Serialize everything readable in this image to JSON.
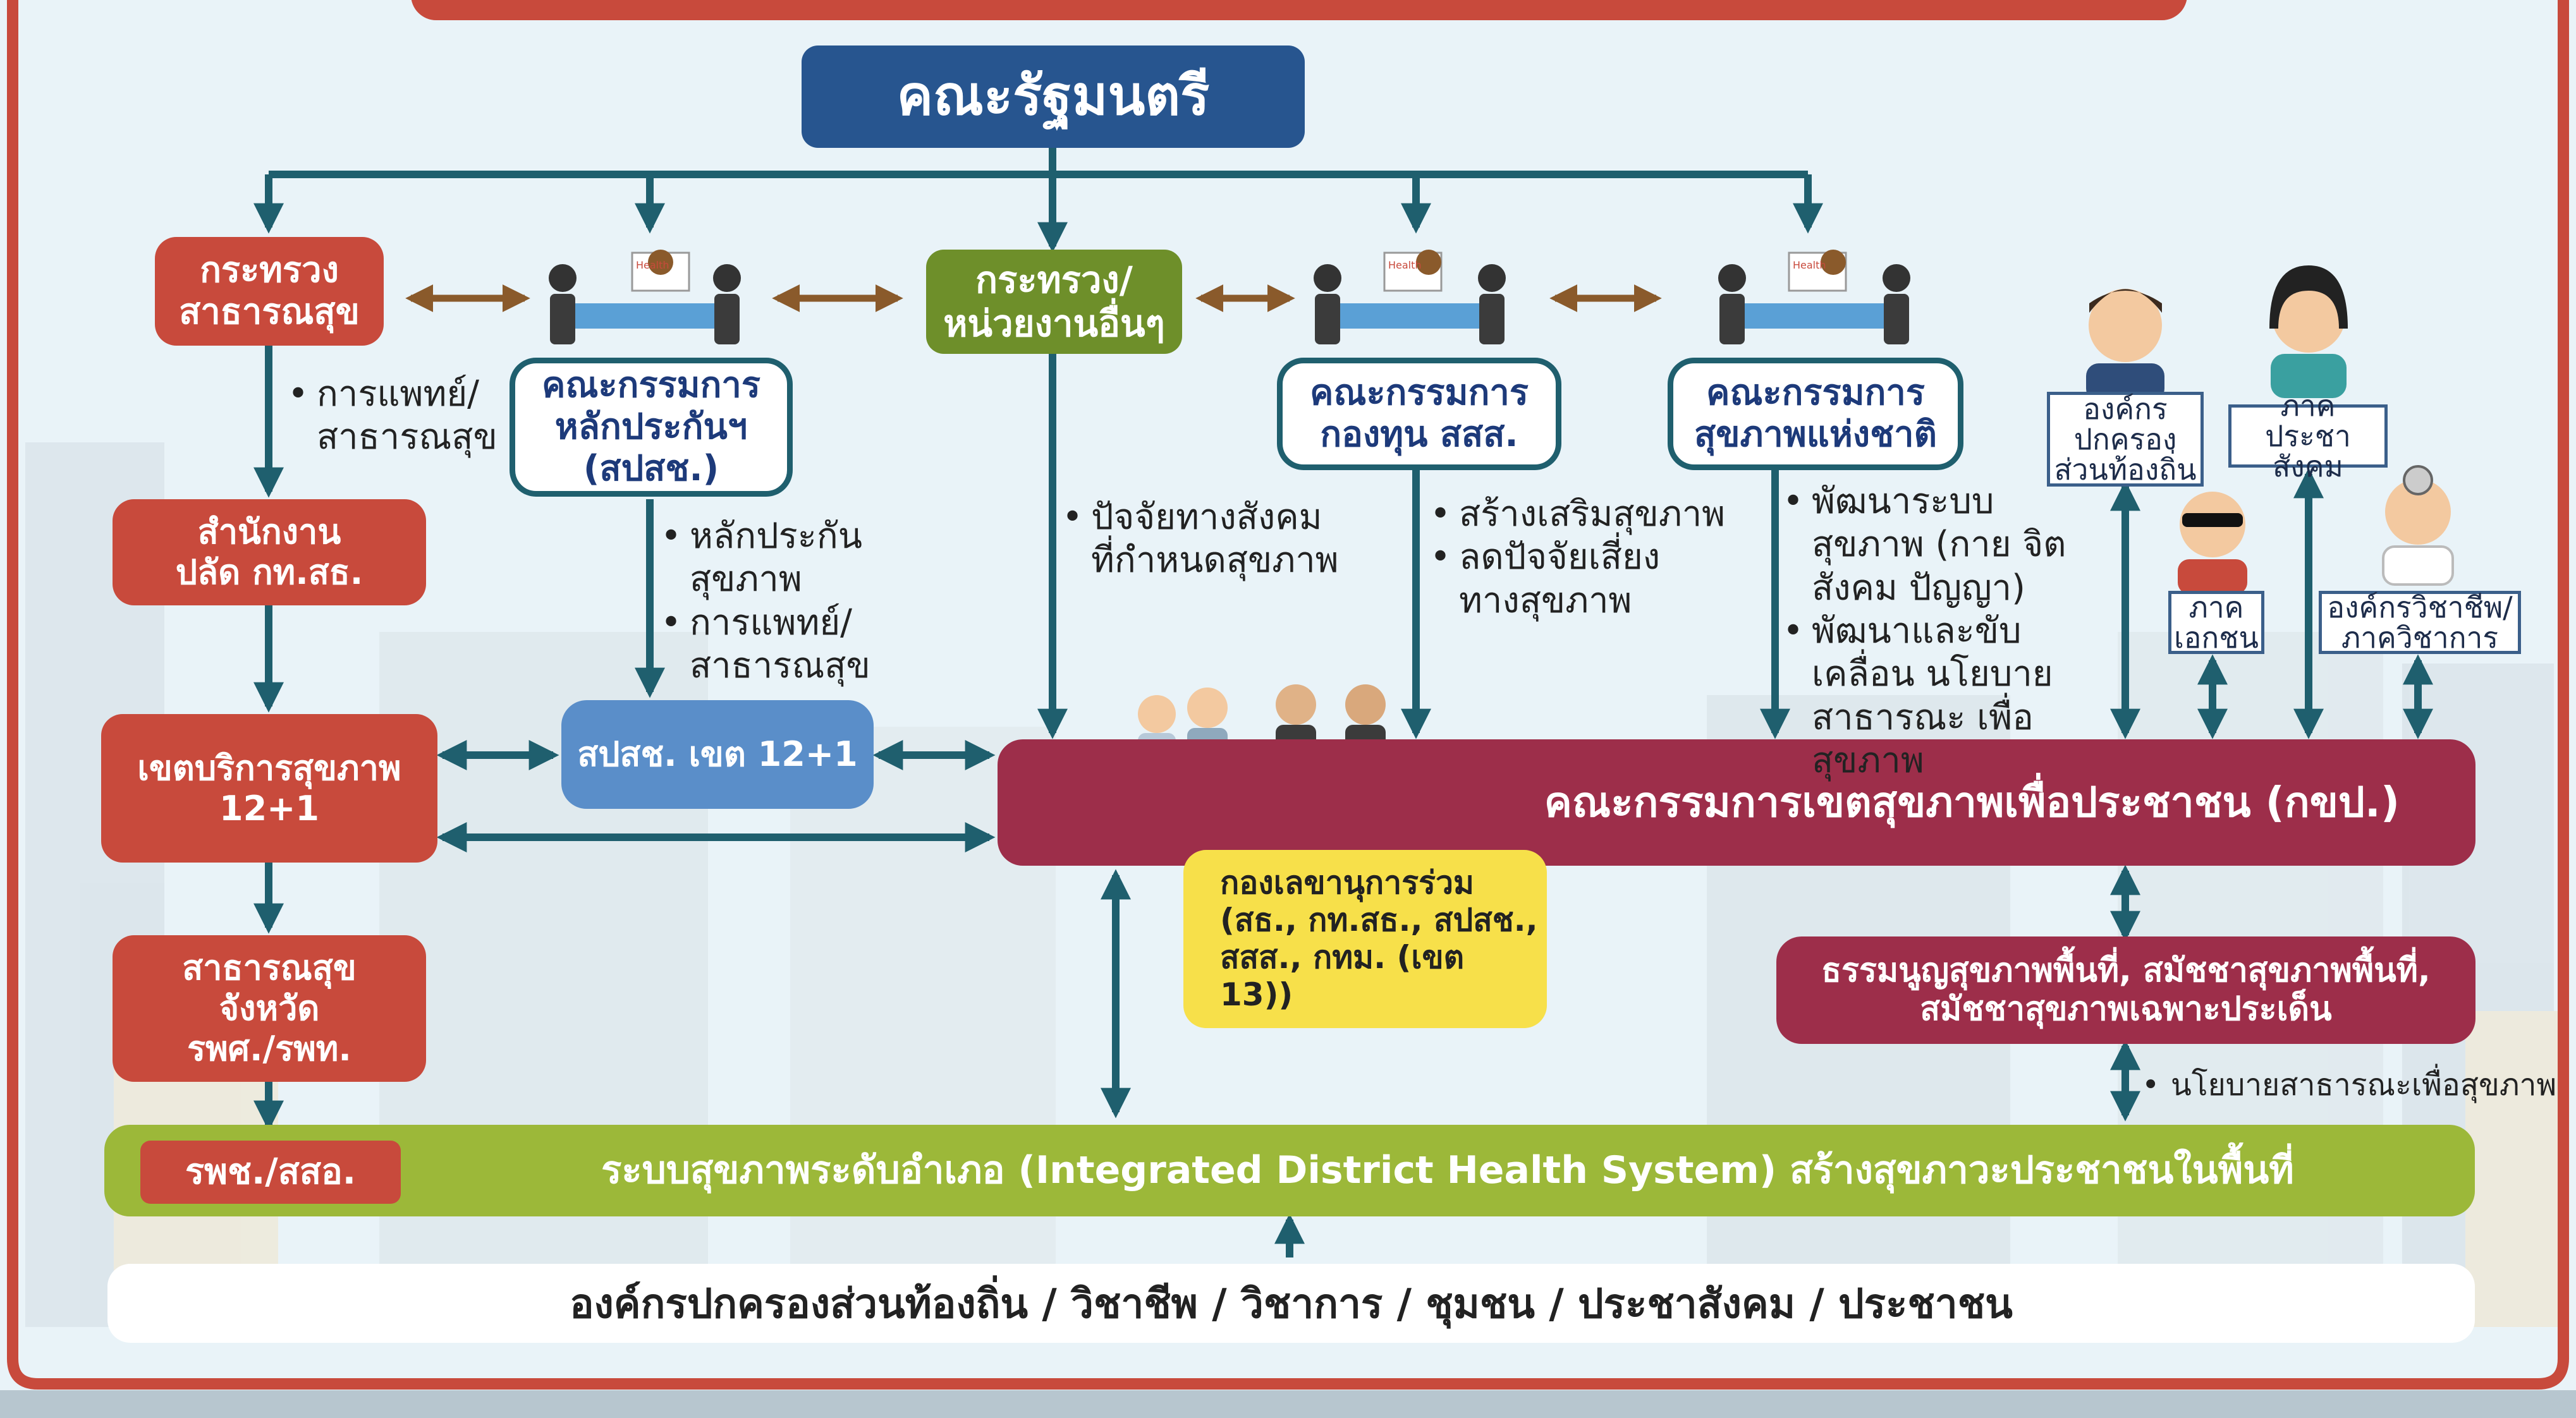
{
  "colors": {
    "red": "#c84a3c",
    "navy": "#27558f",
    "green": "#6e8f2a",
    "teal_border": "#1f5f6e",
    "blue": "#5a8ec9",
    "maroon": "#9d2e4a",
    "yellow": "#f7e04a",
    "lime": "#9cb839",
    "arrow_teal": "#1f5f6e",
    "arrow_brown": "#8a5a2b"
  },
  "nodes": {
    "cabinet": "คณะรัฐมนตรี",
    "moph": [
      "กระทรวง",
      "สาธารณสุข"
    ],
    "nhso_board": [
      "คณะกรรมการ",
      "หลักประกันฯ",
      "(สปสช.)"
    ],
    "other_ministries": [
      "กระทรวง/",
      "หน่วยงานอื่นๆ"
    ],
    "thaihealth_board": [
      "คณะกรรมการ",
      "กองทุน สสส."
    ],
    "nhc_board": [
      "คณะกรรมการ",
      "สุขภาพแห่งชาติ"
    ],
    "ops": [
      "สำนักงาน",
      "ปลัด กท.สธ."
    ],
    "health_region": [
      "เขตบริการสุขภาพ",
      "12+1"
    ],
    "nhso_region": "สปสช. เขต 12+1",
    "provincial": [
      "สาธารณสุข",
      "จังหวัด",
      "รพศ./รพท."
    ],
    "area_committee": "คณะกรรมการเขตสุขภาพเพื่อประชาชน (กขป.)",
    "joint_secretariat": [
      "กองเลขานุการร่วม",
      "(สธ., กท.สธ., สปสช.,",
      "สสส., กทม. (เขต 13))"
    ],
    "charter": [
      "ธรรมนูญสุขภาพพื้นที่, สมัชชาสุขภาพพื้นที่,",
      "สมัชชาสุขภาพเฉพาะประเด็น"
    ],
    "district_tag": "รพช./สสอ.",
    "district_system": "ระบบสุขภาพระดับอำเภอ (Integrated District Health System) สร้างสุขภาวะประชาชนในพื้นที่",
    "footer": "องค์กรปกครองส่วนท้องถิ่น / วิชาชีพ / วิชาการ / ชุมชน / ประชาสังคม / ประชาชน"
  },
  "notes": {
    "moph_note": [
      "การแพทย์/ สาธารณสุข"
    ],
    "nhso_note": [
      "หลักประกัน สุขภาพ",
      "การแพทย์/ สาธารณสุข"
    ],
    "other_note": [
      "ปัจจัยทางสังคม ที่กำหนดสุขภาพ"
    ],
    "thaihealth_note": [
      "สร้างเสริมสุขภาพ",
      "ลดปัจจัยเสี่ยง ทางสุขภาพ"
    ],
    "nhc_note": [
      "พัฒนาระบบ สุขภาพ (กาย จิต สังคม ปัญญา)",
      "พัฒนาและขับเคลื่อน นโยบายสาธารณะ เพื่อสุขภาพ"
    ],
    "policy_note": "นโยบายสาธารณะเพื่อสุขภาพ"
  },
  "actors": {
    "local_gov": [
      "องค์กร",
      "ปกครอง",
      "ส่วนท้องถิ่น"
    ],
    "civil_society": [
      "ภาค",
      "ประชาสังคม"
    ],
    "private_sector": [
      "ภาค",
      "เอกชน"
    ],
    "professional": [
      "องค์กรวิชาชีพ/",
      "ภาควิชาการ"
    ]
  },
  "illustration_text": {
    "board_sign": "Health"
  }
}
